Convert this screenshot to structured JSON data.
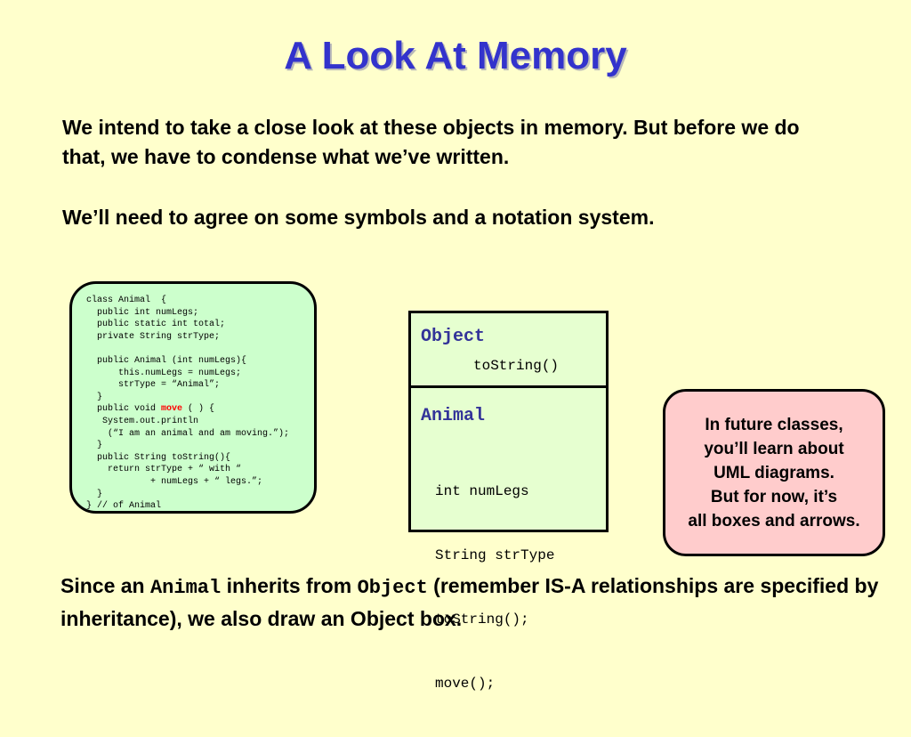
{
  "title": "A Look At Memory",
  "paragraph1": "We intend to take a close look at these objects in memory.  But before we do that, we have to condense what we’ve written.",
  "paragraph2": "We’ll need to agree on some symbols and a notation system.",
  "code": {
    "line1": "class Animal  {",
    "line2": "  public int numLegs;",
    "line3": "  public static int total;",
    "line4": "  private String strType;",
    "line5": "",
    "line6": "  public Animal (int numLegs){",
    "line7": "      this.numLegs = numLegs;",
    "line8": "      strType = “Animal”;",
    "line9": "  }",
    "line10_prefix": "  public void ",
    "line10_keyword": "move",
    "line10_suffix": " ( ) {",
    "line11": "   System.out.println",
    "line12": "    (“I am an animal and am moving.”);",
    "line13": "  }",
    "line14": "  public String toString(){",
    "line15": "    return strType + “ with “",
    "line16": "            + numLegs + “ legs.”;",
    "line17": "  }",
    "line18": "} // of Animal"
  },
  "uml": {
    "object_name": "Object",
    "object_method": "toString()",
    "animal_name": "Animal",
    "animal_member1": "int numLegs",
    "animal_member2": "String strType",
    "animal_member3": "toString();",
    "animal_member4": "move();"
  },
  "note": {
    "line1": "In future classes,",
    "line2": "you’ll learn about",
    "line3": "UML diagrams.",
    "line4": "But for now, it’s",
    "line5": "all boxes and arrows."
  },
  "bottom": {
    "part1": "Since an ",
    "mono1": "Animal",
    "part2": " inherits from ",
    "mono2": "Object",
    "part3": "  (remember IS-A relationships are specified by inheritance), we also draw an Object box."
  }
}
